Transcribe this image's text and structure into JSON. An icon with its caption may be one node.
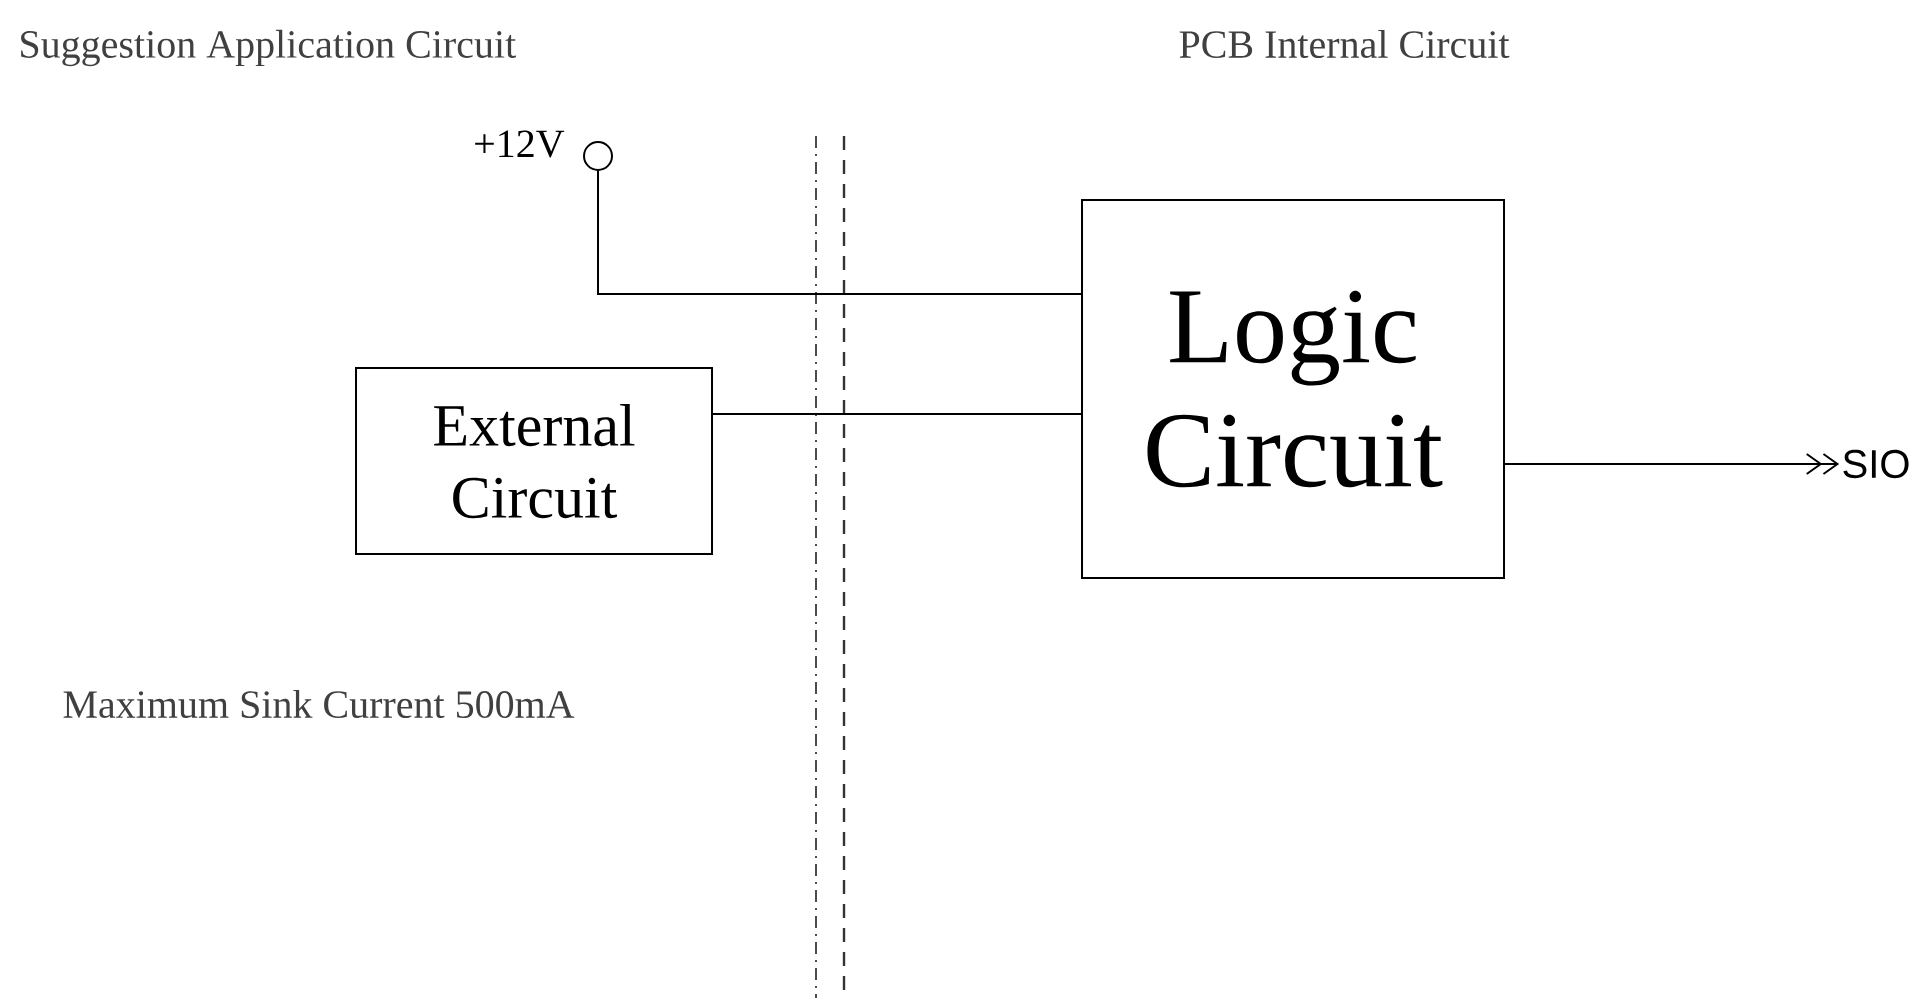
{
  "diagram": {
    "nodes": [
      {
        "text": [],
        "shape": "circle",
        "beside": [
          "+12V"
        ]
      },
      {
        "text": [
          "External Circuit"
        ]
      },
      {
        "text": [
          "Logic Circuit"
        ]
      },
      {
        "text": [
          "SIO"
        ]
      }
    ],
    "edges": [
      {
        "from": 0,
        "to": 2,
        "arrow": "none"
      },
      {
        "from": 1,
        "to": 2,
        "arrow": "none"
      },
      {
        "from": 2,
        "to": 3,
        "arrow": "to"
      }
    ],
    "labels": [
      "Suggestion Application Circuit",
      "PCB Internal Circuit",
      "Maximum Sink Current 500mA"
    ]
  }
}
